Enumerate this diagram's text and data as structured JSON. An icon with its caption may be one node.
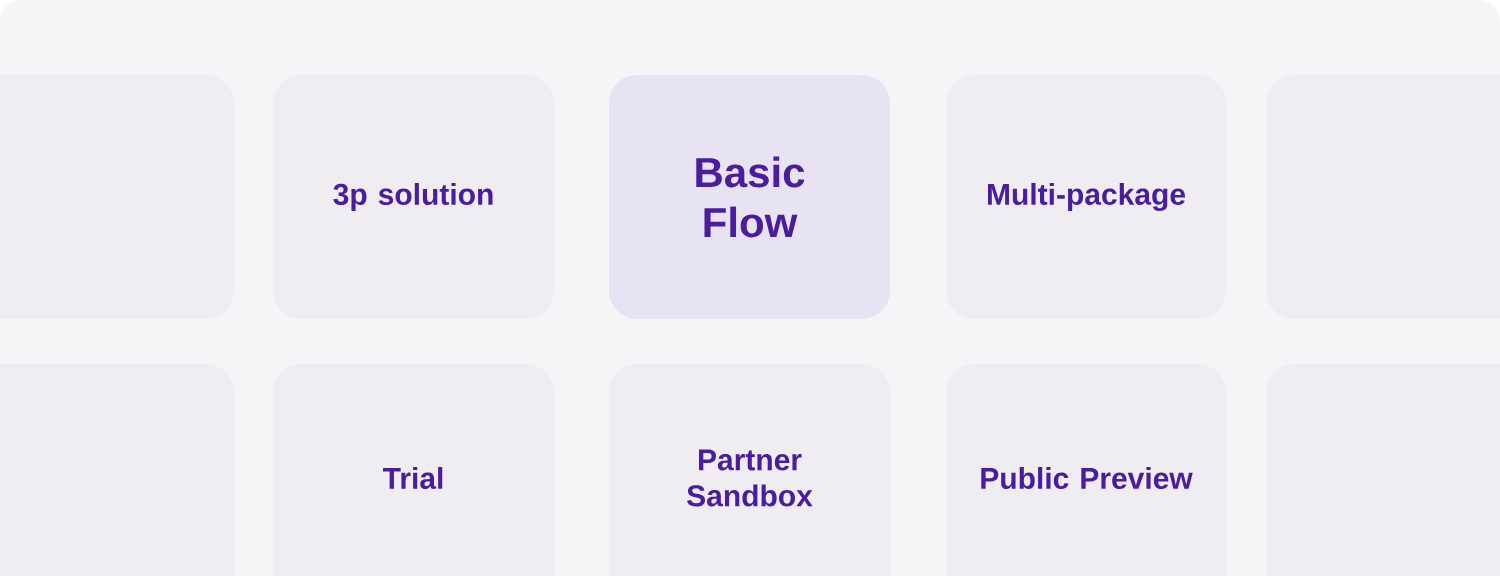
{
  "diagram": {
    "nodes": [
      {
        "text": [],
        "shape": "box"
      },
      {
        "text": [
          "3p solution"
        ]
      },
      {
        "text": [
          "Basic Flow"
        ]
      },
      {
        "text": [
          "Multi-package"
        ]
      },
      {
        "text": [],
        "shape": "box"
      },
      {
        "text": [],
        "shape": "box"
      },
      {
        "text": [
          "Trial"
        ]
      },
      {
        "text": [
          "Partner Sandbox"
        ]
      },
      {
        "text": [
          "Public Preview"
        ]
      },
      {
        "text": [],
        "shape": "box"
      }
    ]
  }
}
